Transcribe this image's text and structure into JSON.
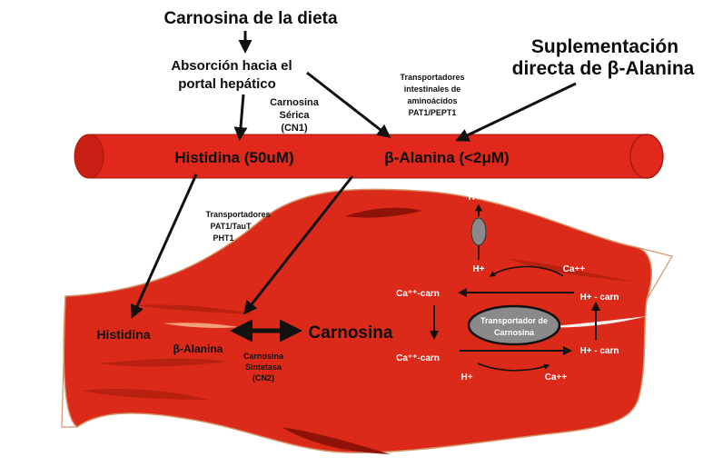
{
  "colors": {
    "vessel": "#e0291c",
    "vessel_dark": "#a8180f",
    "muscle": "#dc2a1a",
    "muscle_dark": "#9a140c",
    "outline": "#d4956a",
    "transporter_fill": "#8a8a8a",
    "arrow": "#111111"
  },
  "labels": {
    "dietary_carnosine": "Carnosina de la dieta",
    "absorption_line1": "Absorción hacia el",
    "absorption_line2": "portal hepático",
    "serum_line1": "Carnosina",
    "serum_line2": "Sérica",
    "serum_line3": "(CN1)",
    "intestinal_line1": "Transportadores",
    "intestinal_line2": "intestinales de",
    "intestinal_line3": "aminoácidos",
    "intestinal_line4": "PAT1/PEPT1",
    "supplement_line1": "Suplementación",
    "supplement_line2": "directa de β-Alanina",
    "vessel_histidine": "Histidina (50uM)",
    "vessel_beta_alanine": "β-Alanina (<2μM)",
    "muscle_transporters_line1": "Transportadores",
    "muscle_transporters_line2": "PAT1/TauT",
    "muscle_transporters_line3": "PHT1",
    "muscle_histidine": "Histidina",
    "muscle_beta_alanine": "β-Alanina",
    "carnosine": "Carnosina",
    "synthase_line1": "Carnosina",
    "synthase_line2": "Sintetasa",
    "synthase_line3": "(CN2)",
    "h_plus_top": "H+",
    "h_plus_mid": "H+",
    "ca_plus_top": "Ca++",
    "ca_carn_upper": "Ca⁺⁺-carn",
    "h_carn_upper": "H+ - carn",
    "transporter_line1": "Transportador de",
    "transporter_line2": "Carnosina",
    "ca_carn_lower": "Ca⁺⁺-carn",
    "h_carn_lower": "H+ - carn",
    "h_plus_bottom": "H+",
    "ca_plus_bottom": "Ca++"
  }
}
